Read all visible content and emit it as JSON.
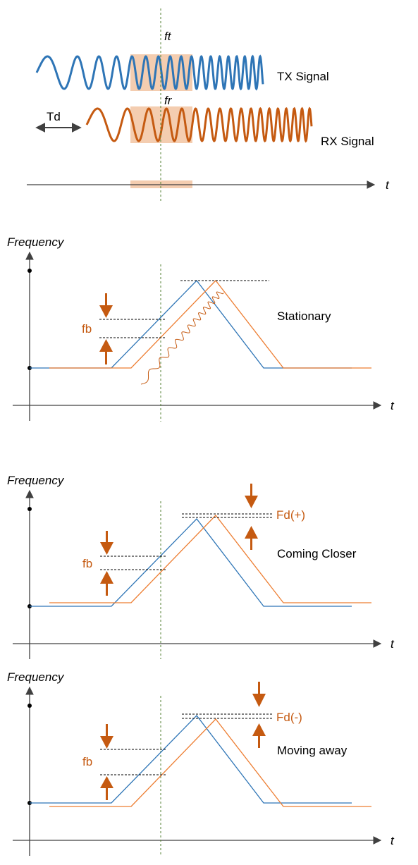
{
  "signals": {
    "ft_label": "ft",
    "fr_label": "fr",
    "tx_label": "TX Signal",
    "rx_label": "RX Signal",
    "td_label": "Td",
    "t_label": "t"
  },
  "panels": [
    {
      "y_label": "Frequency",
      "t_label": "t",
      "fb_label": "fb",
      "case_label": "Stationary"
    },
    {
      "y_label": "Frequency",
      "t_label": "t",
      "fb_label": "fb",
      "case_label": "Coming Closer",
      "fd_label": "Fd(+)"
    },
    {
      "y_label": "Frequency",
      "t_label": "t",
      "fb_label": "fb",
      "case_label": "Moving away",
      "fd_label": "Fd(-)"
    }
  ],
  "colors": {
    "tx": "#2e75b6",
    "rx": "#c55a11",
    "highlight": "#f4cdb0",
    "guide": "#548235",
    "axis": "#404040"
  }
}
